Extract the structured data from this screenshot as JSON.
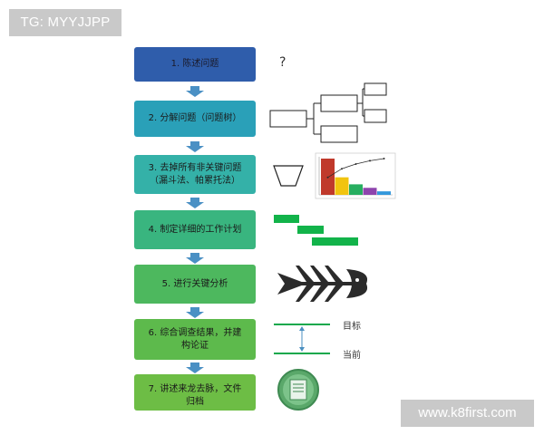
{
  "corner_tag": "TG: MYYJJPP",
  "watermark": "www.k8first.com",
  "steps": [
    {
      "label": "1. 陈述问题",
      "color": "#2f5dab",
      "text_color": "#1a1a2a"
    },
    {
      "label": "2. 分解问题（问题树）",
      "color": "#2aa0b8",
      "text_color": "#1a1a1a"
    },
    {
      "label": "3. 去掉所有非关键问题\n（漏斗法、帕累托法）",
      "color": "#34b1a8",
      "text_color": "#1a1a1a"
    },
    {
      "label": "4. 制定详细的工作计划",
      "color": "#39b57f",
      "text_color": "#1a1a1a"
    },
    {
      "label": "5. 进行关键分析",
      "color": "#4db85e",
      "text_color": "#1a1a1a"
    },
    {
      "label": "6. 综合调查结果，并建\n构论证",
      "color": "#5dba4c",
      "text_color": "#1a1a1a"
    },
    {
      "label": "7. 讲述来龙去脉，文件\n归档",
      "color": "#6dbd45",
      "text_color": "#1a1a1a"
    }
  ],
  "question_mark": "?",
  "gap_labels": {
    "target": "目标",
    "current": "当前"
  },
  "pareto": {
    "bar_values": [
      62,
      30,
      18,
      12,
      6
    ],
    "bar_colors": [
      "#c0392b",
      "#f1c40f",
      "#27ae60",
      "#8e44ad",
      "#3498db"
    ],
    "cumulative": [
      48,
      72,
      85,
      94,
      100
    ]
  },
  "colors": {
    "arrow": "#4a90c4",
    "gantt": "#12b34a",
    "gap_line": "#14a84c",
    "gap_arrow": "#4a8fc0"
  }
}
